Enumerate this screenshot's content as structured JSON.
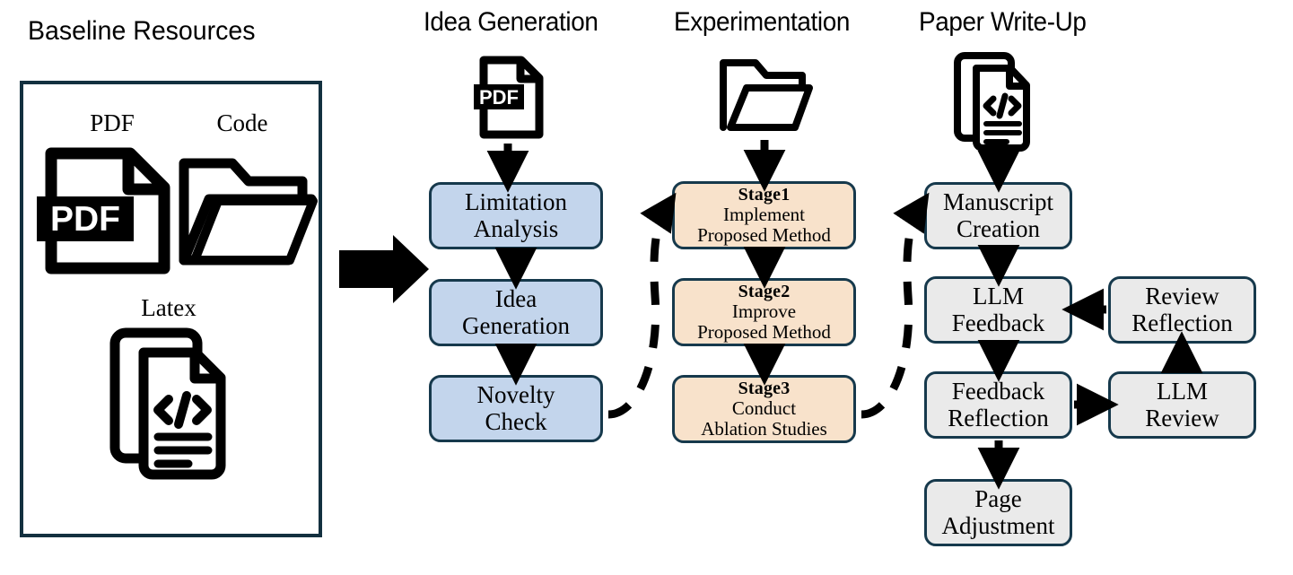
{
  "diagram": {
    "title_baseline": "Baseline Resources",
    "columns": [
      {
        "key": "idea",
        "label": "Idea Generation"
      },
      {
        "key": "experimentation",
        "label": "Experimentation"
      },
      {
        "key": "paper",
        "label": "Paper Write-Up"
      }
    ],
    "baseline_resources": {
      "items": [
        {
          "label": "PDF",
          "icon": "pdf-file-icon"
        },
        {
          "label": "Code",
          "icon": "folder-icon"
        },
        {
          "label": "Latex",
          "icon": "code-documents-icon"
        }
      ]
    },
    "idea_generation": {
      "source_icon": "pdf-file-icon",
      "nodes": [
        {
          "lines": [
            "Limitation",
            "Analysis"
          ]
        },
        {
          "lines": [
            "Idea",
            "Generation"
          ]
        },
        {
          "lines": [
            "Novelty",
            "Check"
          ]
        }
      ]
    },
    "experimentation": {
      "source_icon": "folder-icon",
      "nodes": [
        {
          "lines": [
            "Stage1",
            "Implement",
            "Proposed Method"
          ]
        },
        {
          "lines": [
            "Stage2",
            "Improve",
            "Proposed Method"
          ]
        },
        {
          "lines": [
            "Stage3",
            "Conduct",
            "Ablation Studies"
          ]
        }
      ]
    },
    "paper_writeup": {
      "source_icon": "code-documents-icon",
      "nodes_left": [
        {
          "lines": [
            "Manuscript",
            "Creation"
          ]
        },
        {
          "lines": [
            "LLM",
            "Feedback"
          ]
        },
        {
          "lines": [
            "Feedback",
            "Reflection"
          ]
        },
        {
          "lines": [
            "Page",
            "Adjustment"
          ]
        }
      ],
      "nodes_right": [
        {
          "lines": [
            "Review",
            "Reflection"
          ]
        },
        {
          "lines": [
            "LLM",
            "Review"
          ]
        }
      ]
    },
    "colors": {
      "border": "#16394f",
      "panel_border": "#13303f",
      "blue_fill": "#c3d5ec",
      "tan_fill": "#f8e2cb",
      "gray_fill": "#eaeaea",
      "arrow": "#000000"
    }
  }
}
